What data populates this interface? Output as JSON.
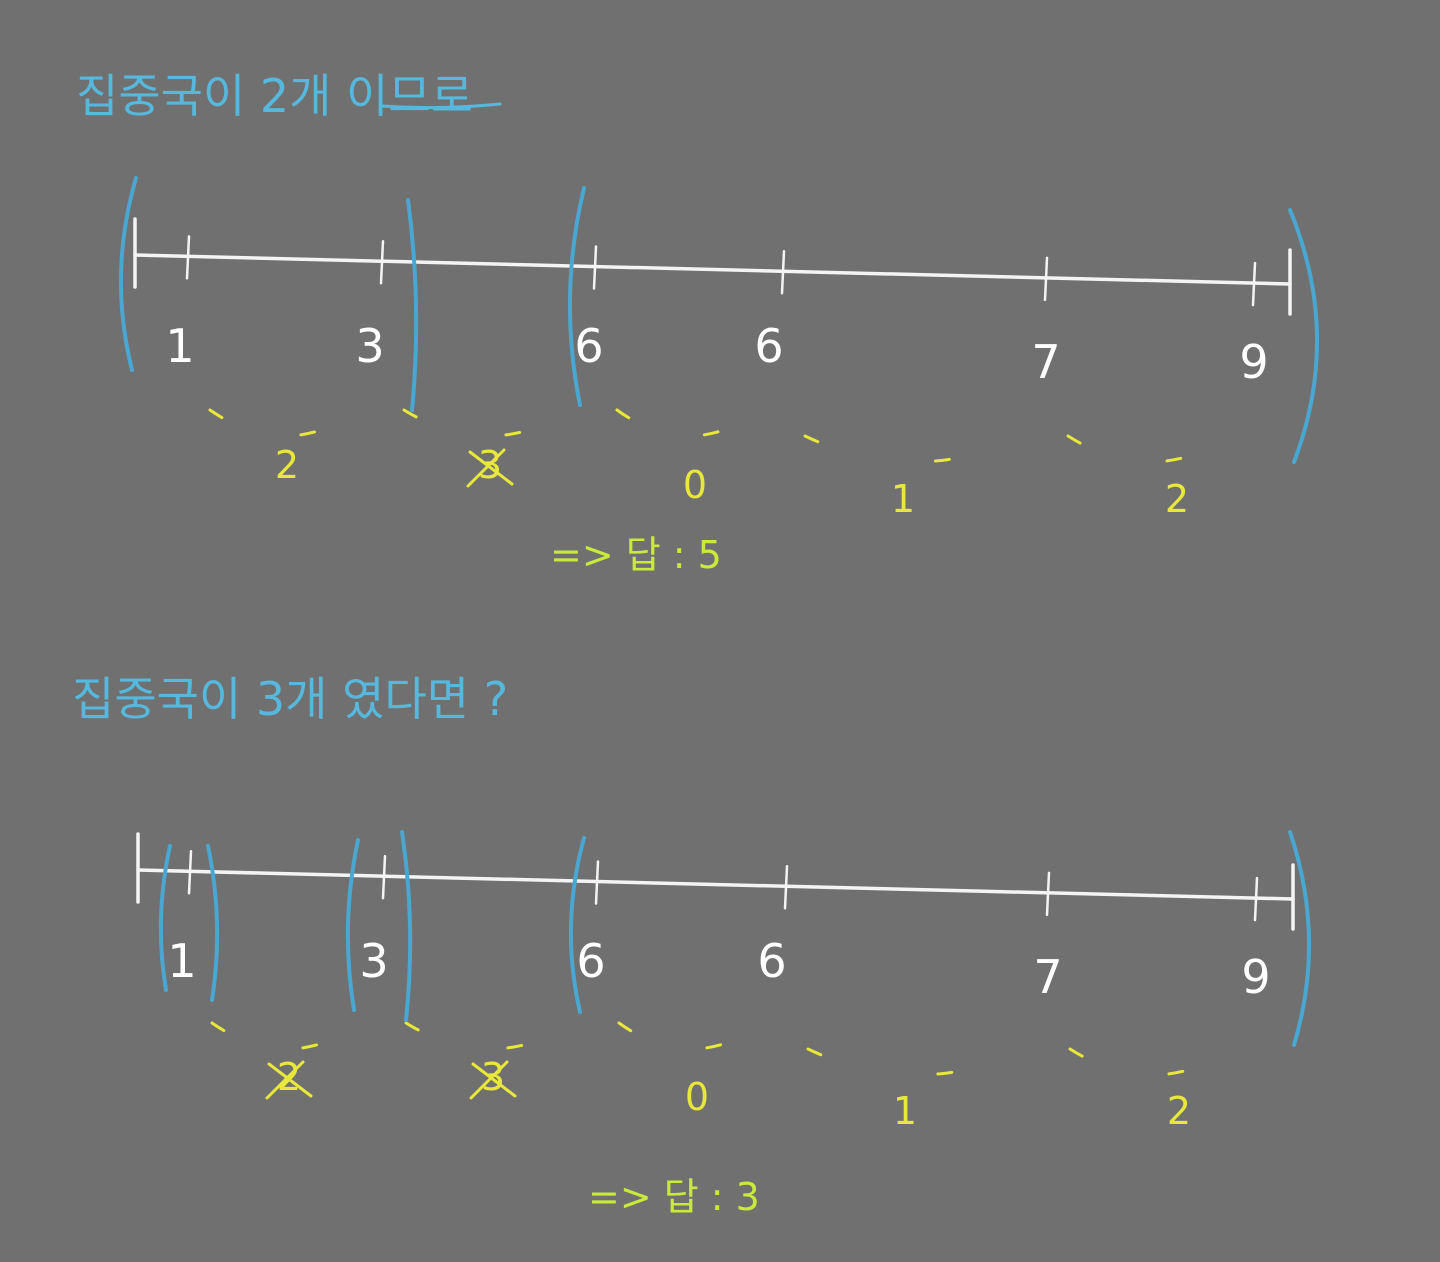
{
  "colors": {
    "background": "#707070",
    "line": "#f4f4f4",
    "number": "#ffffff",
    "bracket": "#4aa7d2",
    "title": "#56b8dc",
    "gap": "#e8e83a",
    "answer": "#c9ea3a"
  },
  "diagrams": [
    {
      "title": "집중국이 2개 이므로",
      "values": [
        "1",
        "3",
        "6",
        "6",
        "7",
        "9"
      ],
      "gaps": [
        {
          "label": "2",
          "crossed": false
        },
        {
          "label": "3",
          "crossed": true
        },
        {
          "label": "0",
          "crossed": false
        },
        {
          "label": "1",
          "crossed": false
        },
        {
          "label": "2",
          "crossed": false
        }
      ],
      "answer": "=> 답 : 5"
    },
    {
      "title": "집중국이 3개 였다면 ?",
      "values": [
        "1",
        "3",
        "6",
        "6",
        "7",
        "9"
      ],
      "gaps": [
        {
          "label": "2",
          "crossed": true
        },
        {
          "label": "3",
          "crossed": true
        },
        {
          "label": "0",
          "crossed": false
        },
        {
          "label": "1",
          "crossed": false
        },
        {
          "label": "2",
          "crossed": false
        }
      ],
      "answer": "=> 답 : 3"
    }
  ]
}
